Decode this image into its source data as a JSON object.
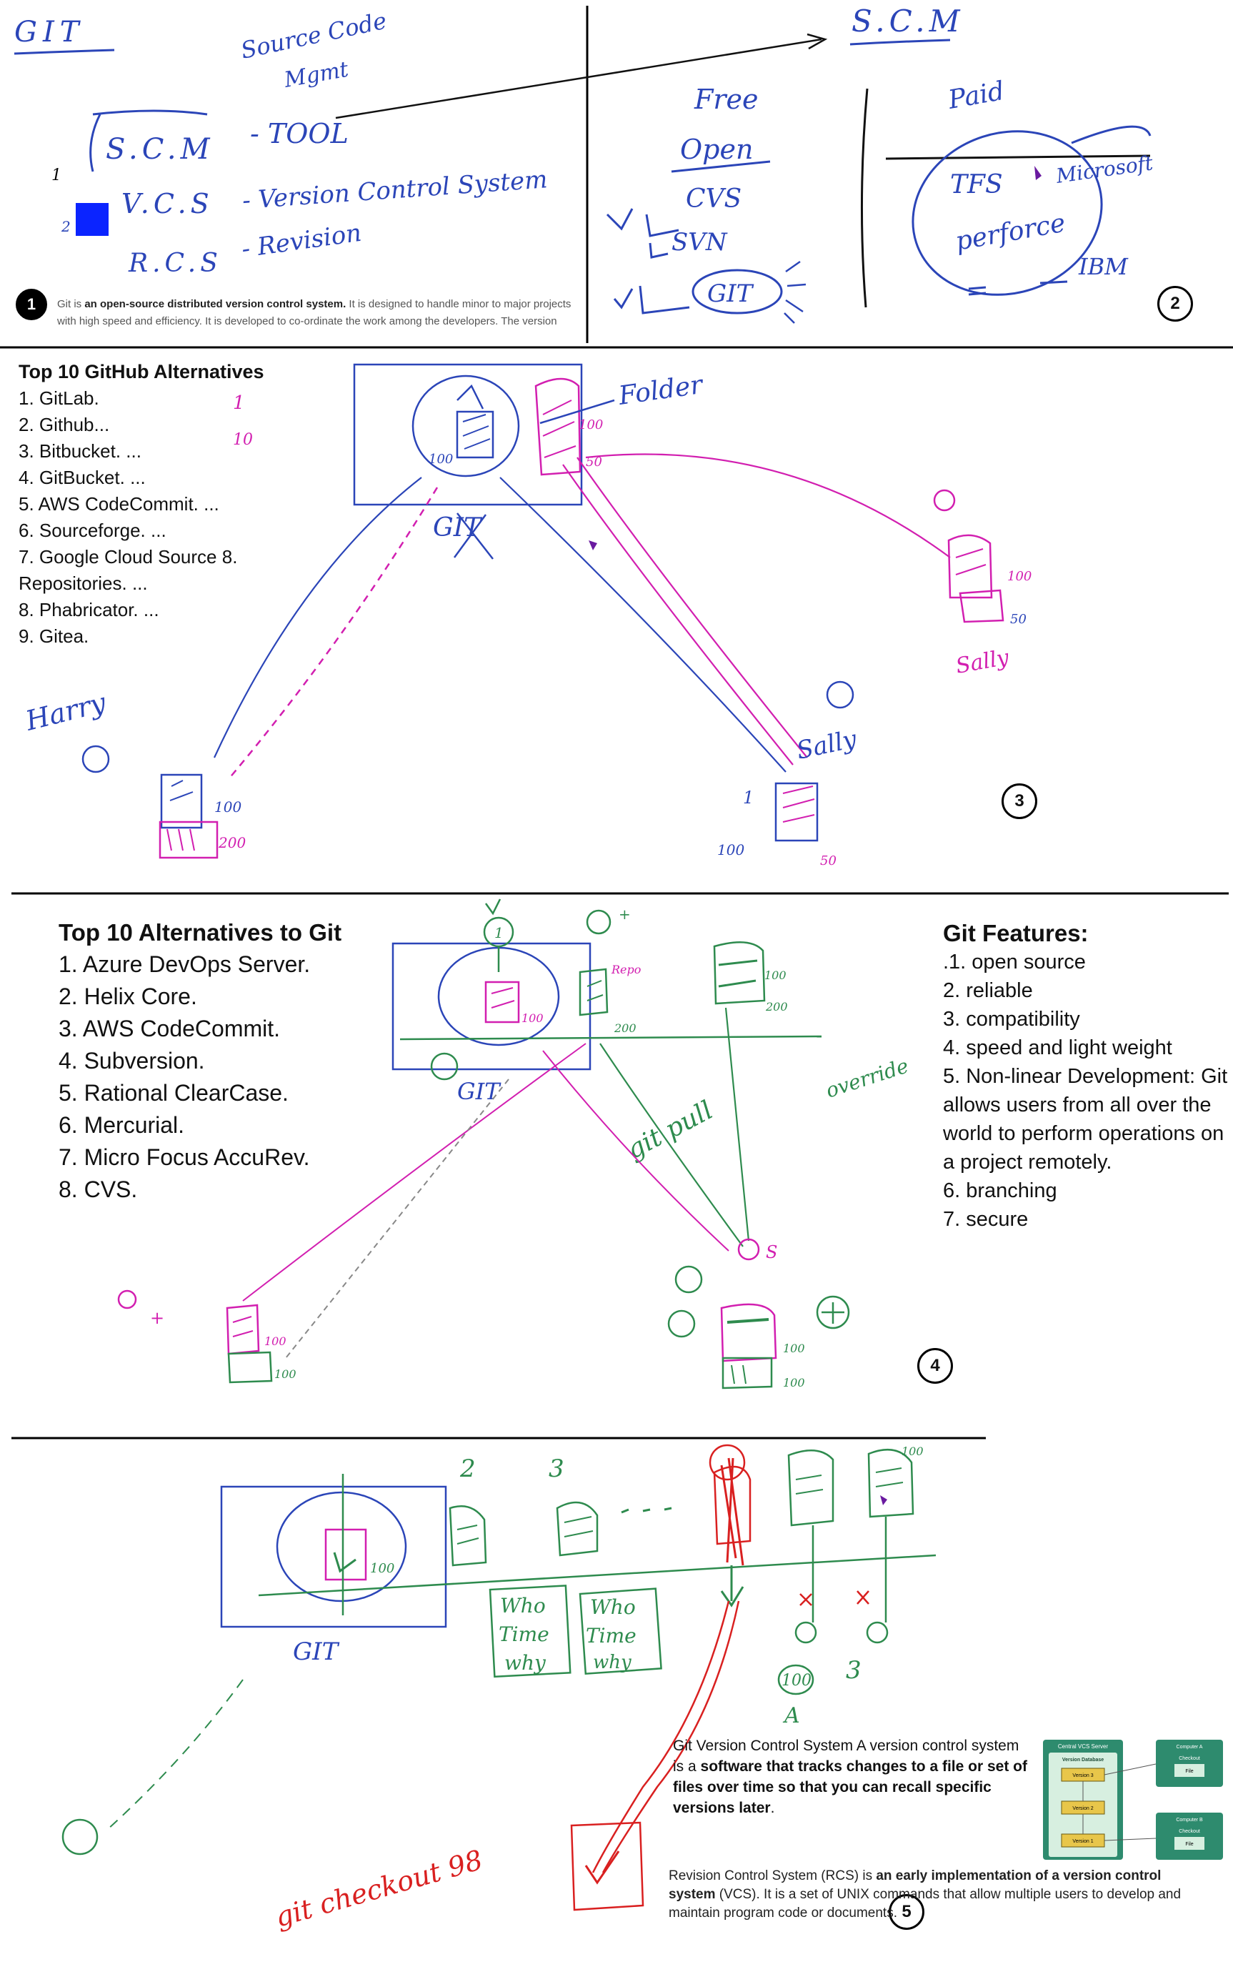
{
  "section1": {
    "badge": "1",
    "title": "GIT",
    "scm_subtitle_1": "Source Code",
    "scm_subtitle_2": "Mgmt",
    "scm": "S.C.M",
    "tool": "- TOOL",
    "vcs": "V.C.S",
    "vcs_expansion": "- Version Control System",
    "rcs": "R.C.S",
    "rcs_expansion": "- Revision",
    "git_definition_prefix": "Git is ",
    "git_definition_bold": "an open-source distributed version control system.",
    "git_definition_rest": " It is designed to handle minor to major projects with high speed and efficiency. It is developed to co-ordinate the work among the developers. The version"
  },
  "section2": {
    "badge": "2",
    "title": "S.C.M",
    "free": "Free",
    "open": "Open",
    "cvs": "CVS",
    "svn": "SVN",
    "git": "GIT",
    "paid": "Paid",
    "tfs": "TFS",
    "microsoft": "Microsoft",
    "perforce": "perforce",
    "ibm": "IBM"
  },
  "section3": {
    "badge": "3",
    "heading": "Top 10 GitHub Alternatives",
    "items": [
      "1. GitLab.",
      "2. Github...",
      "3. Bitbucket. ...",
      "4. GitBucket. ...",
      "5. AWS CodeCommit. ...",
      "6. Sourceforge. ...",
      "7. Google Cloud Source 8.",
      "Repositories. ...",
      "8. Phabricator. ...",
      "9. Gitea."
    ],
    "folder_label": "Folder",
    "git_label": "GIT",
    "harry": "Harry",
    "sally": "Sally",
    "sally2": "Sally"
  },
  "section4": {
    "badge": "4",
    "heading_left": "Top 10 Alternatives to Git",
    "items_left": [
      "1. Azure DevOps Server.",
      "2. Helix Core.",
      "3. AWS CodeCommit.",
      "4. Subversion.",
      "5. Rational ClearCase.",
      "6. Mercurial.",
      "7. Micro Focus AccuRev.",
      "8. CVS."
    ],
    "heading_right": "Git Features:",
    "items_right": [
      ".1. open source",
      "2. reliable",
      "3. compatibility",
      "4. speed and light weight",
      "5. Non-linear Development: Git allows users from all over the world to perform operations on a project remotely.",
      "6. branching",
      "7. secure"
    ],
    "git_label": "GIT",
    "git_pull": "git pull",
    "overide": "override"
  },
  "section5": {
    "badge": "5",
    "git_label": "GIT",
    "who": "Who",
    "time": "Time",
    "why": "why",
    "git_checkout": "git checkout 98",
    "num_100": "100",
    "num_3": "3",
    "vcs_prefix": "Git Version Control System A version control system is a ",
    "vcs_bold": "software that tracks changes to a file or set of files over time so that you can recall specific versions later",
    "vcs_suffix": ".",
    "rcs_prefix": "Revision Control System (RCS) is ",
    "rcs_bold": "an early implementation of a version control system",
    "rcs_suffix": " (VCS). It is a set of UNIX commands that allow multiple users to develop and maintain program code or documents.",
    "figure": {
      "server": "Central VCS Server",
      "database": "Version Database",
      "versions": [
        "Version 3",
        "Version 2",
        "Version 1"
      ],
      "computer_a": "Computer A",
      "computer_b": "Computer B",
      "checkout": "Checkout",
      "file": "File"
    }
  }
}
